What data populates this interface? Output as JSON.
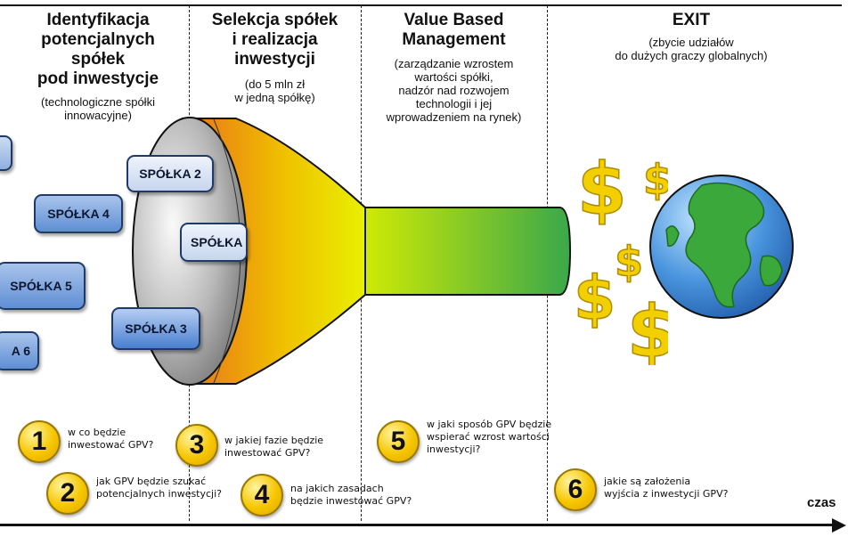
{
  "stages": [
    {
      "title": "Identyfikacja potencjalnych spółek pod inwestycje",
      "title_lines": [
        "Identyfikacja",
        "potencjalnych",
        "spółek",
        "pod inwestycje"
      ],
      "subtitle_lines": [
        "(technologiczne spółki",
        "innowacyjne)"
      ]
    },
    {
      "title": "Selekcja spółek i realizacja inwestycji",
      "title_lines": [
        "Selekcja spółek",
        "i realizacja",
        "inwestycji"
      ],
      "subtitle_lines": [
        "(do 5 mln zł",
        "w jedną spółkę)"
      ]
    },
    {
      "title": "Value Based Management",
      "title_lines": [
        "Value Based",
        "Management"
      ],
      "subtitle_lines": [
        "(zarządzanie wzrostem",
        "wartości spółki,",
        "nadzór nad rozwojem",
        "technologii i jej",
        "wprowadzeniem na rynek)"
      ]
    },
    {
      "title": "EXIT",
      "title_lines": [
        "EXIT"
      ],
      "subtitle_lines": [
        "(zbycie udziałów",
        "do dużych graczy globalnych)"
      ]
    }
  ],
  "companies": [
    {
      "label": "SPÓŁKA 2"
    },
    {
      "label": "SPÓŁKA 4"
    },
    {
      "label": "SPÓŁKA"
    },
    {
      "label": "SPÓŁKA 5"
    },
    {
      "label": "SPÓŁKA 3"
    },
    {
      "label": "A 6"
    }
  ],
  "questions": [
    {
      "number": "1",
      "lines": [
        "w co będzie",
        "inwestować GPV?"
      ]
    },
    {
      "number": "2",
      "lines": [
        "jak GPV będzie szukać",
        "potencjalnych inwestycji?"
      ]
    },
    {
      "number": "3",
      "lines": [
        "w jakiej fazie będzie",
        "inwestować GPV?"
      ]
    },
    {
      "number": "4",
      "lines": [
        "na jakich zasadach",
        "będzie inwestować GPV?"
      ]
    },
    {
      "number": "5",
      "lines": [
        "w jaki sposób GPV będzie",
        "wspierać wzrost wartości",
        "inwestycji?"
      ]
    },
    {
      "number": "6",
      "lines": [
        "jakie są założenia",
        "wyjścia z inwestycji GPV?"
      ]
    }
  ],
  "axis": {
    "label": "czas"
  },
  "icons": {
    "money": "dollar-sign-icon",
    "globe": "globe-icon",
    "funnel": "funnel-icon"
  },
  "colors": {
    "funnel_start": "#e8701a",
    "funnel_mid": "#e8f000",
    "pipe_end": "#3aa84a",
    "badge": "#f6c600",
    "dollar": "#f2d000",
    "ocean": "#2f7fd0",
    "land": "#3aa83a"
  }
}
